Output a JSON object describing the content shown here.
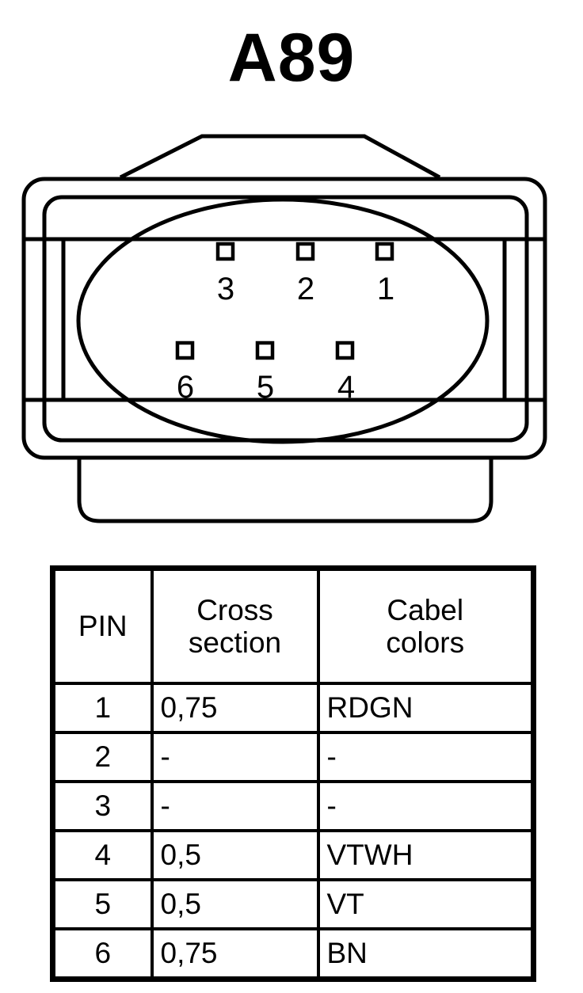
{
  "title": "A89",
  "connector": {
    "name": "connector-face-view",
    "pin_rows": [
      {
        "row": "top",
        "pins": [
          "3",
          "2",
          "1"
        ]
      },
      {
        "row": "bottom",
        "pins": [
          "6",
          "5",
          "4"
        ]
      }
    ],
    "latch_tab_top": "latch-tab",
    "latch_tab_bottom": "strain-relief-tab"
  },
  "table": {
    "headers": {
      "pin": "PIN",
      "cross_line1": "Cross",
      "cross_line2": "section",
      "color_line1": "Cabel",
      "color_line2": "colors"
    },
    "rows": [
      {
        "pin": "1",
        "cross_section": "0,75",
        "cable_color": "RDGN"
      },
      {
        "pin": "2",
        "cross_section": "-",
        "cable_color": "-"
      },
      {
        "pin": "3",
        "cross_section": "-",
        "cable_color": "-"
      },
      {
        "pin": "4",
        "cross_section": "0,5",
        "cable_color": "VTWH"
      },
      {
        "pin": "5",
        "cross_section": "0,5",
        "cable_color": "VT"
      },
      {
        "pin": "6",
        "cross_section": "0,75",
        "cable_color": "BN"
      }
    ]
  },
  "colors": {
    "ink": "#000000",
    "paper": "#ffffff"
  }
}
